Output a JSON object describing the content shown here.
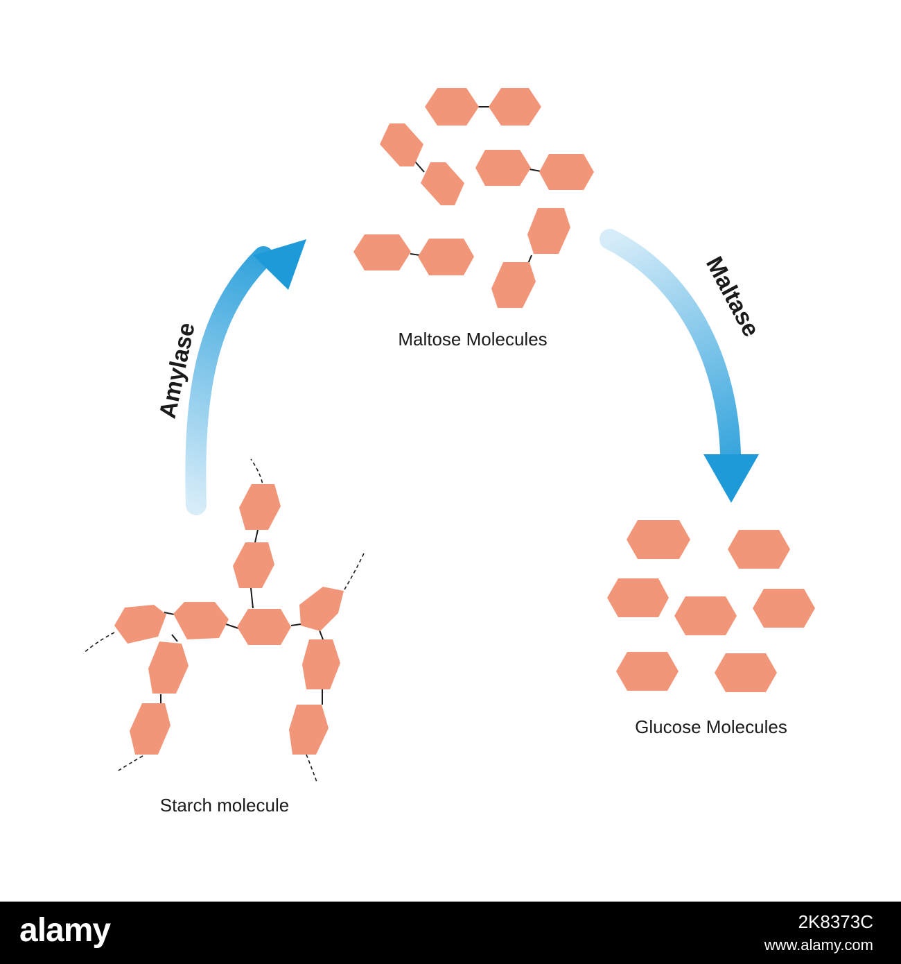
{
  "diagram": {
    "labels": {
      "starch": "Starch molecule",
      "maltose": "Maltose Molecules",
      "glucose": "Glucose Molecules"
    },
    "enzymes": {
      "amylase": "Amylase",
      "maltase": "Maltase"
    },
    "colors": {
      "molecule": "#f2967a",
      "arrow_light": "#cfe9f7",
      "arrow_dark": "#1e9ad8",
      "bond": "#1a1a1a"
    }
  },
  "footer": {
    "brand": "alamy",
    "image_id": "2K8373C",
    "site": "www.alamy.com"
  }
}
